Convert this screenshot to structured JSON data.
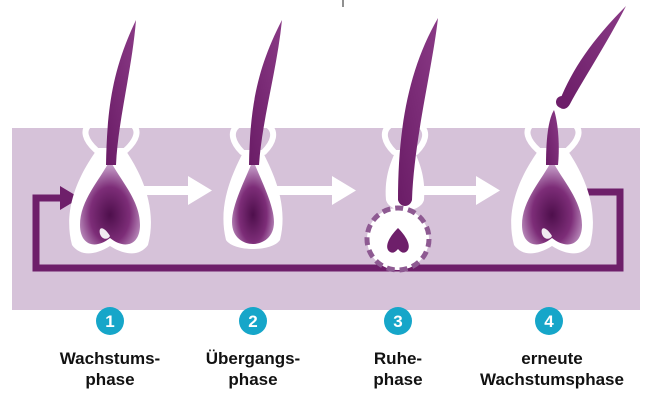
{
  "colors": {
    "band": "#d6c2d9",
    "hair": "#6e1f6a",
    "hair_light": "#b28ab8",
    "cycle_line": "#6e1f6a",
    "arrow": "#ffffff",
    "badge": "#16a6c9",
    "badge_text": "#ffffff",
    "label_text": "#111111"
  },
  "phases": [
    {
      "number": "1",
      "label_lines": [
        "Wachstums-",
        "phase"
      ]
    },
    {
      "number": "2",
      "label_lines": [
        "Übergangs-",
        "phase"
      ]
    },
    {
      "number": "3",
      "label_lines": [
        "Ruhe-",
        "phase"
      ]
    },
    {
      "number": "4",
      "label_lines": [
        "erneute",
        "Wachstumsphase"
      ]
    }
  ],
  "icons": [
    "hair-follicle-icon",
    "arrow-right-icon",
    "cycle-return-arrow-icon",
    "dotted-circle-icon"
  ]
}
